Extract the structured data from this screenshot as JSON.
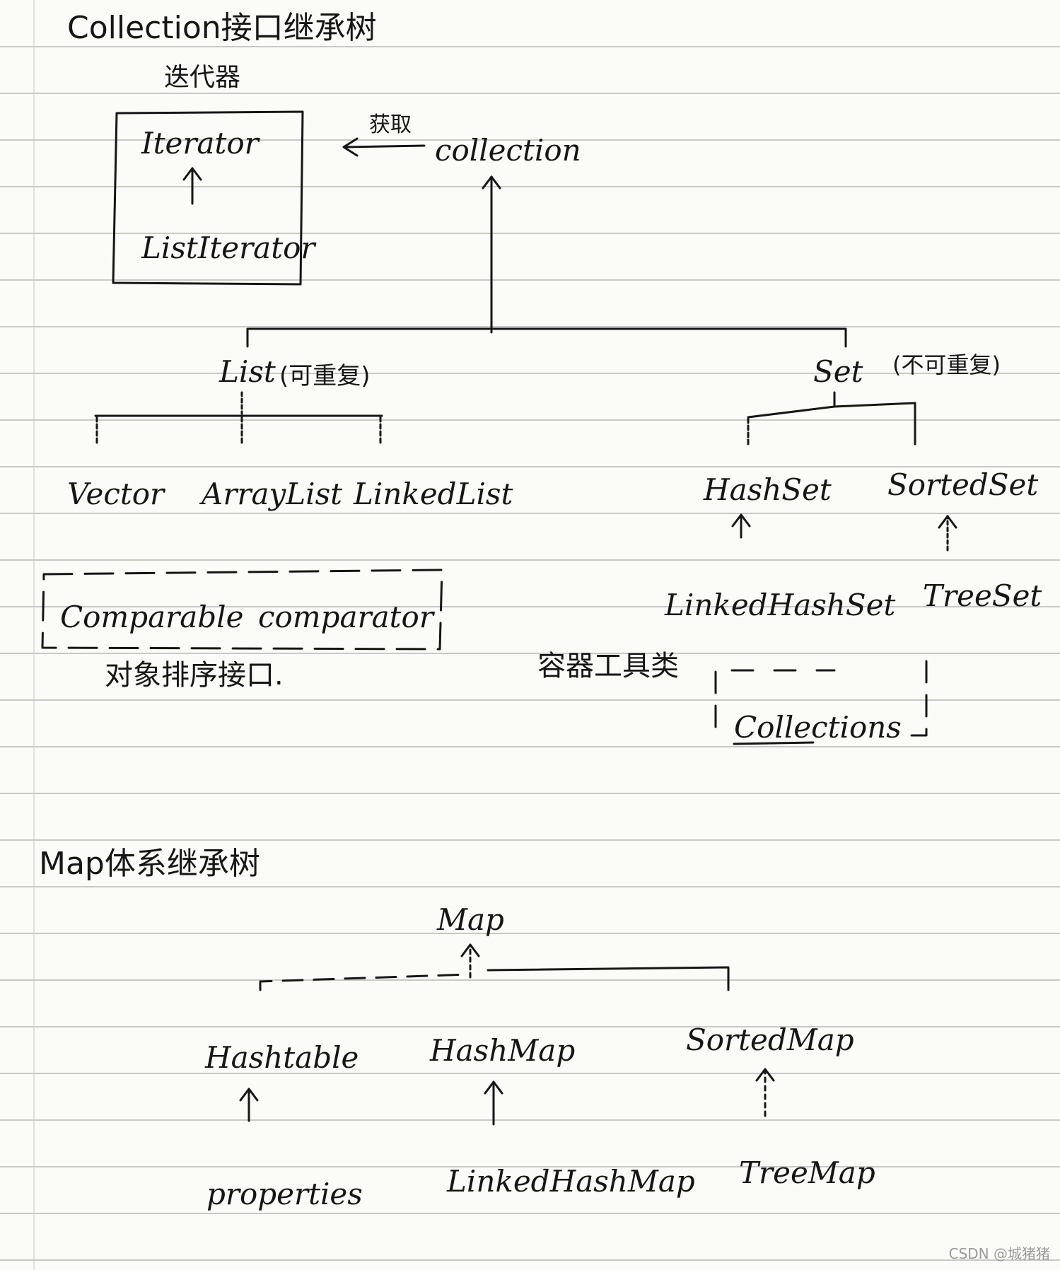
{
  "collection_tree": {
    "title": "Collection接口继承树",
    "iterator_label": "迭代器",
    "iterator": "Iterator",
    "list_iterator": "ListIterator",
    "obtain_label": "获取",
    "root": "collection",
    "list": "List",
    "list_note": "(可重复)",
    "set": "Set",
    "set_note": "(不可重复)",
    "vector": "Vector",
    "arraylist": "ArrayList",
    "linkedlist": "LinkedList",
    "hashset": "HashSet",
    "sortedset": "SortedSet",
    "linkedhashset": "LinkedHashSet",
    "treeset": "TreeSet",
    "comparable": "Comparable",
    "comparator": "comparator",
    "sort_label": "对象排序接口.",
    "tools_label": "容器工具类",
    "collections": "Collections"
  },
  "map_tree": {
    "title": "Map体系继承树",
    "root": "Map",
    "hashtable": "Hashtable",
    "hashmap": "HashMap",
    "sortedmap": "SortedMap",
    "properties": "properties",
    "linkedhashmap": "LinkedHashMap",
    "treemap": "TreeMap"
  },
  "watermark": "CSDN @城猪猪",
  "colors": {
    "ink": "#161616",
    "paper": "#fbfbf8",
    "rule": "#b8b8b8"
  }
}
